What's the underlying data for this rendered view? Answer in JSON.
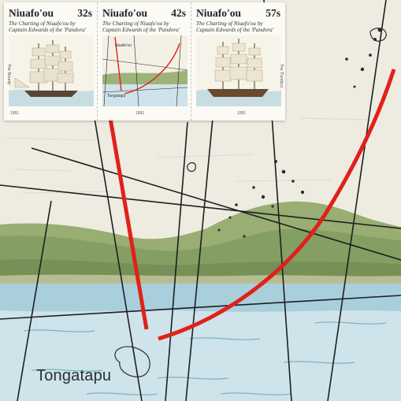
{
  "labels": {
    "tongatapu": "Tongatapu"
  },
  "stamps": [
    {
      "country": "Niuafo'ou",
      "value": "32s",
      "caption": "The Charting of Niuafo'ou by Captain Edwards of the 'Pandora'",
      "year": "1991",
      "side_label": "The 'Bounty'",
      "art": "sailing-ship-bounty"
    },
    {
      "country": "Niuafo'ou",
      "value": "42s",
      "caption": "The Charting of Niuafo'ou by Captain Edwards of the 'Pandora'",
      "year": "1991",
      "map_label_top": "Niuafo'ou",
      "map_label_bottom": "Tongatapu",
      "art": "chart-map"
    },
    {
      "country": "Niuafo'ou",
      "value": "57s",
      "caption": "The Charting of Niuafo'ou by Captain Edwards of the 'Pandora'",
      "year": "1991",
      "side_label": "The 'Pandora'",
      "art": "sailing-ship-pandora"
    }
  ],
  "colors": {
    "route_red": "#e0211b",
    "sea": "#cfe3ea",
    "deep_sea": "#8ec3d4",
    "hills": "#8fa86a",
    "paper": "#f1eee3"
  }
}
